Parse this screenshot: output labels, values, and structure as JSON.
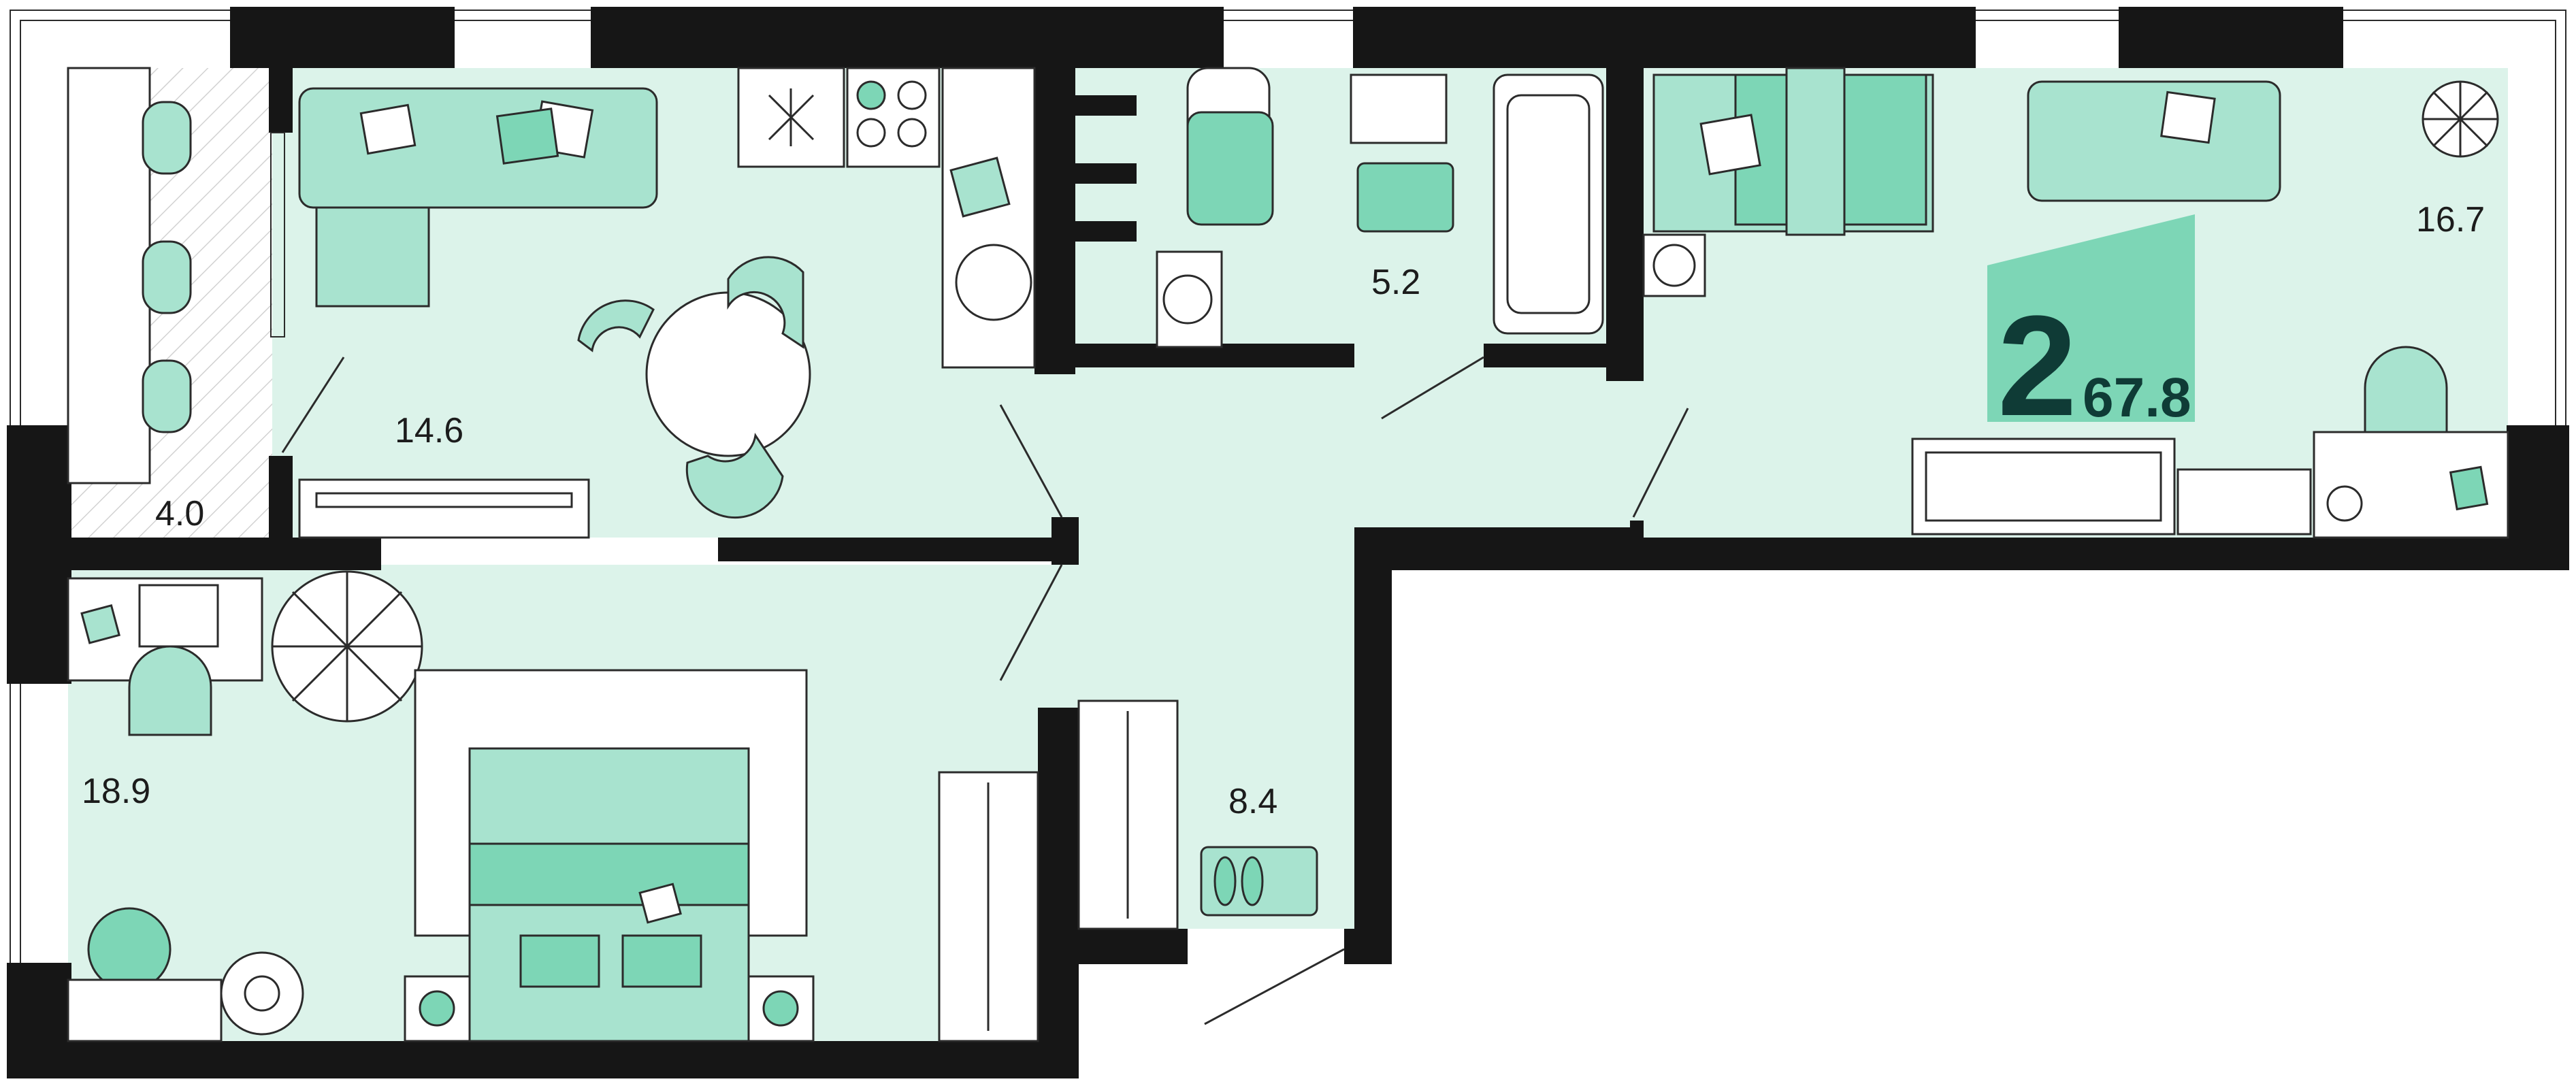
{
  "plan": {
    "rooms_count": "2",
    "total_area": "67.8",
    "accent_color": "#7dd6b6",
    "floor_color": "#dcf3ea",
    "wall_color": "#161616",
    "rooms": {
      "balcony": "4.0",
      "kitchen_living": "14.6",
      "bathroom": "5.2",
      "bedroom_right": "16.7",
      "bedroom_left": "18.9",
      "hallway": "8.4"
    }
  }
}
